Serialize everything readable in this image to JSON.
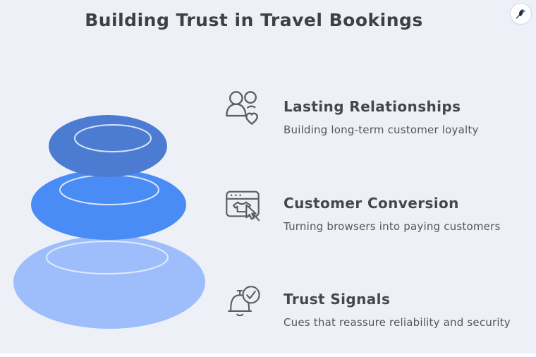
{
  "title": "Building Trust in Travel Bookings",
  "colors": {
    "background": "#eef0f7",
    "title_text": "#3e4046",
    "heading_text": "#46464e",
    "body_text": "#55555d",
    "icon_stroke": "#5c5c64",
    "stone_top": "#4c7cd1",
    "stone_middle": "#4a8cf5",
    "stone_bottom": "#9ebefb",
    "rim_stroke": "#e8eefc",
    "badge_border": "#c5d9f2",
    "badge_background": "#ffffff",
    "pin_dark": "#243044",
    "pin_blue": "#4a8cf5"
  },
  "stones": [
    {
      "name": "top-stone"
    },
    {
      "name": "middle-stone"
    },
    {
      "name": "bottom-stone"
    }
  ],
  "items": [
    {
      "icon": "people-heart-icon",
      "title": "Lasting Relationships",
      "description": "Building long-term customer loyalty"
    },
    {
      "icon": "browser-tshirt-cursor-icon",
      "title": "Customer Conversion",
      "description": "Turning browsers into paying customers"
    },
    {
      "icon": "bell-check-icon",
      "title": "Trust Signals",
      "description": "Cues that reassure reliability and security"
    }
  ]
}
